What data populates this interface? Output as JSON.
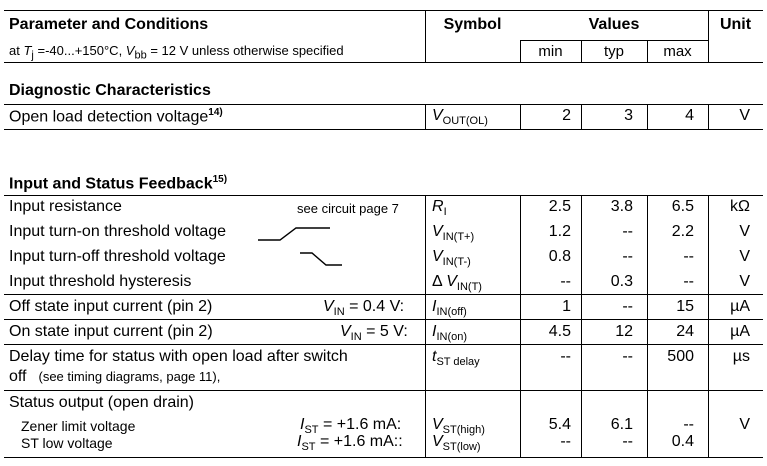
{
  "header": {
    "param_title": "Parameter and Conditions",
    "cond_prefix": "at ",
    "tj_symbol": "T",
    "tj_sub": "j",
    "cond_range": " =-40...+150°C, ",
    "vbb_symbol": "V",
    "vbb_sub": "bb",
    "cond_rest": " = 12 V unless otherwise specified",
    "symbol": "Symbol",
    "values": "Values",
    "unit": "Unit",
    "min": "min",
    "typ": "typ",
    "max": "max"
  },
  "sections": {
    "diagnostic": {
      "title": "Diagnostic Characteristics"
    },
    "input_status": {
      "title": "Input and Status Feedback",
      "footnote": "15)"
    }
  },
  "rows": {
    "open_load": {
      "param": "Open load detection voltage",
      "footnote": "14)",
      "sym": "V",
      "sym_sub": "OUT(OL)",
      "min": "2",
      "typ": "3",
      "max": "4",
      "unit": "V"
    },
    "input_res": {
      "param": "Input resistance",
      "cond": "see circuit page 7",
      "sym": "R",
      "sym_sub": "I",
      "min": "2.5",
      "typ": "3.8",
      "max": "6.5",
      "unit": "kΩ"
    },
    "turn_on": {
      "param": "Input turn-on threshold voltage",
      "sym": "V",
      "sym_sub": "IN(T+)",
      "min": "1.2",
      "typ": "--",
      "max": "2.2",
      "unit": "V"
    },
    "turn_off": {
      "param": "Input turn-off threshold voltage",
      "sym": "V",
      "sym_sub": "IN(T-)",
      "min": "0.8",
      "typ": "--",
      "max": "--",
      "unit": "V"
    },
    "hysteresis": {
      "param": "Input threshold hysteresis",
      "sym_prefix": "Δ ",
      "sym": "V",
      "sym_sub": "IN(T)",
      "min": "--",
      "typ": "0.3",
      "max": "--",
      "unit": "V"
    },
    "off_current": {
      "param": "Off state input current (pin 2)",
      "cond_sym": "V",
      "cond_sub": "IN",
      "cond_val": " = 0.4 V:",
      "sym": "I",
      "sym_sub": "IN(off)",
      "min": "1",
      "typ": "--",
      "max": "15",
      "unit": "µA"
    },
    "on_current": {
      "param": "On state input current (pin 2)",
      "cond_sym": "V",
      "cond_sub": "IN",
      "cond_val": " = 5 V:",
      "sym": "I",
      "sym_sub": "IN(on)",
      "min": "4.5",
      "typ": "12",
      "max": "24",
      "unit": "µA"
    },
    "delay": {
      "param_line1": "Delay time for status with open load after switch",
      "param_line2": "off",
      "note": "(see timing diagrams, page 11),",
      "sym": "t",
      "sym_sub": "ST delay",
      "min": "--",
      "typ": "--",
      "max": "500",
      "unit": "µs"
    },
    "status_output": {
      "param": "Status output (open drain)"
    },
    "zener": {
      "param": "Zener limit voltage",
      "cond_sym": "I",
      "cond_sub": "ST",
      "cond_val": " = +1.6 mA:",
      "sym": "V",
      "sym_sub": "ST(high)",
      "min": "5.4",
      "typ": "6.1",
      "max": "--",
      "unit": "V"
    },
    "st_low": {
      "param": "ST low voltage",
      "cond_sym": "I",
      "cond_sub": "ST",
      "cond_val": " = +1.6 mA::",
      "sym": "V",
      "sym_sub": "ST(low)",
      "min": "--",
      "typ": "--",
      "max": "0.4",
      "unit": ""
    }
  }
}
